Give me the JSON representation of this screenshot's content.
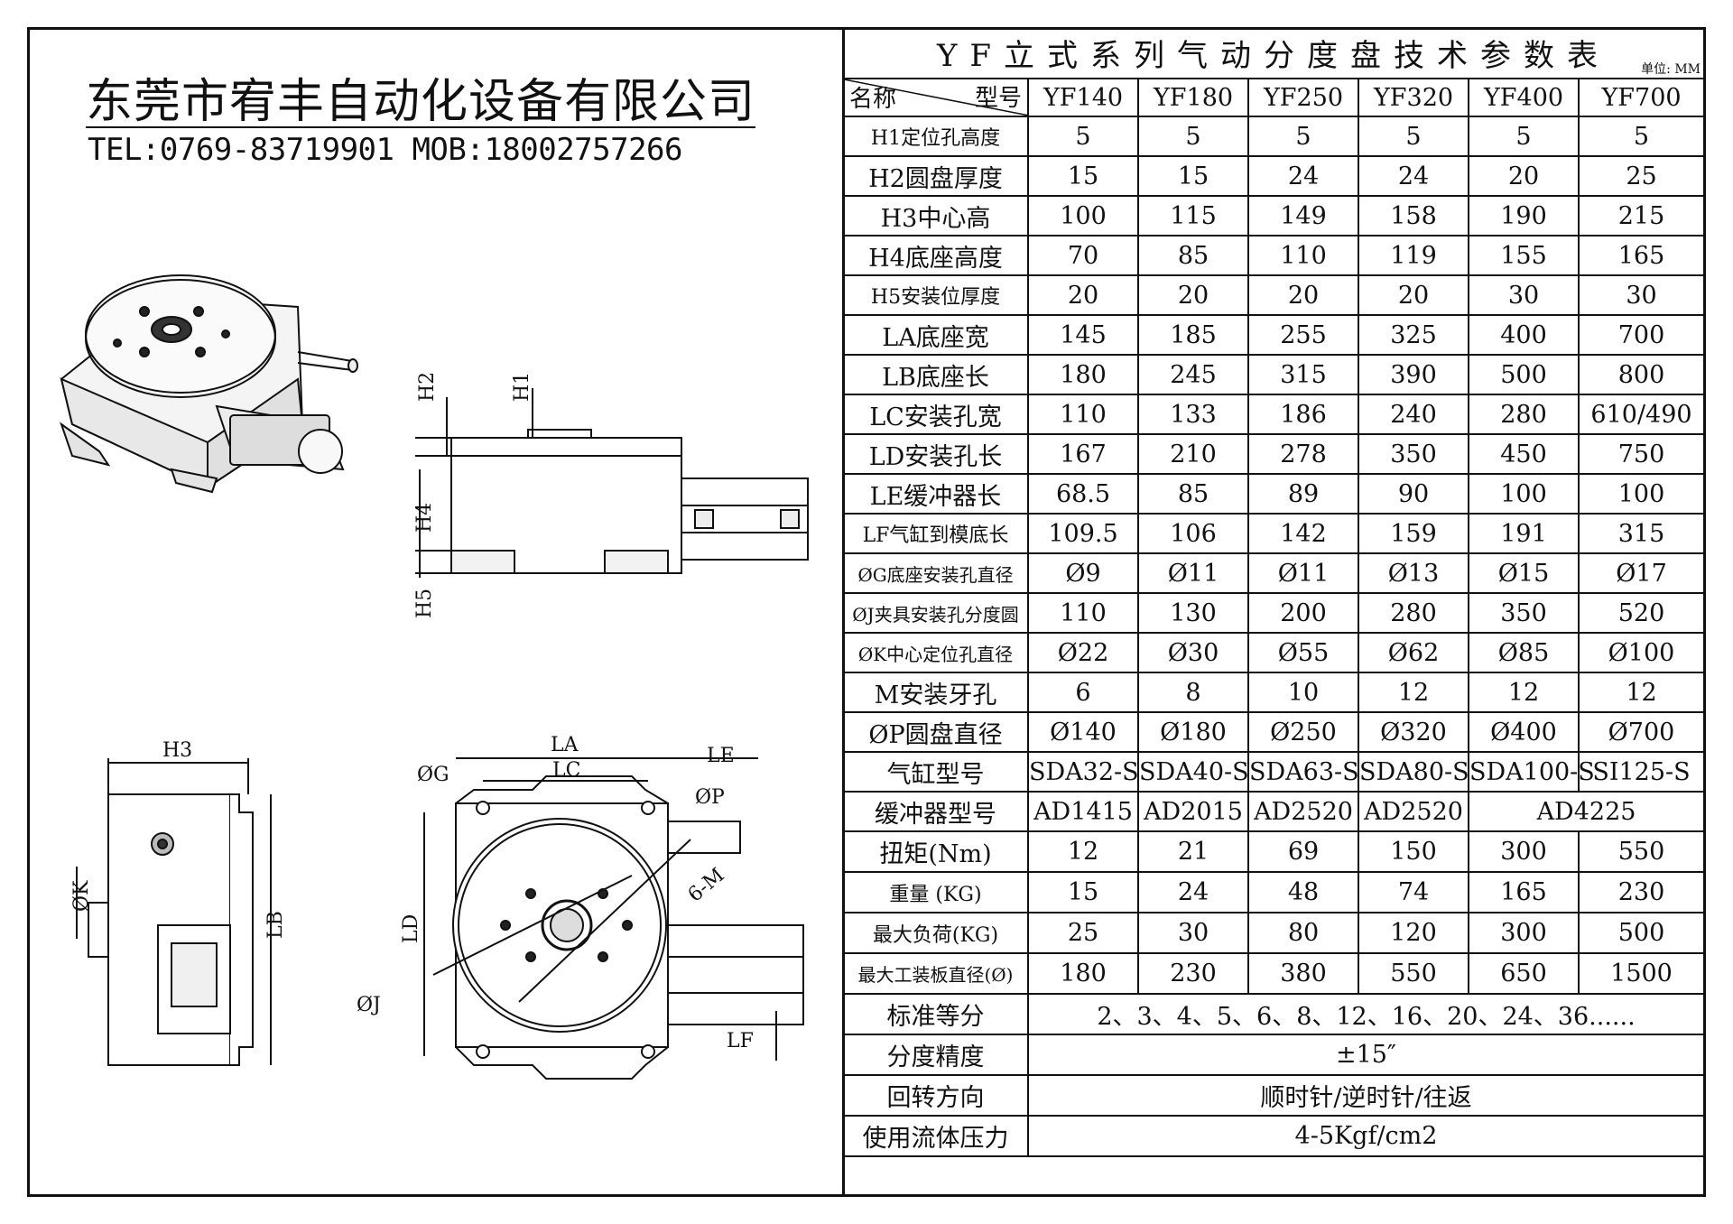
{
  "company": {
    "name": "东莞市宥丰自动化设备有限公司",
    "contact": "TEL:0769-83719901 MOB:18002757266"
  },
  "drawing_labels": {
    "h1": "H1",
    "h2": "H2",
    "h4": "H4",
    "h5": "H5",
    "h3": "H3",
    "phi_k": "ØK",
    "lb": "LB",
    "la": "LA",
    "lc": "LC",
    "le": "LE",
    "phi_g": "ØG",
    "phi_p": "ØP",
    "six_m": "6-M",
    "ld": "LD",
    "phi_j": "ØJ",
    "lf": "LF"
  },
  "table": {
    "title": "YF立式系列气动分度盘技术参数表",
    "unit": "单位: MM",
    "header_name": "名称",
    "header_model": "型号",
    "models": [
      "YF140",
      "YF180",
      "YF250",
      "YF320",
      "YF400",
      "YF700"
    ],
    "rows": [
      {
        "name": "H1定位孔高度",
        "values": [
          "5",
          "5",
          "5",
          "5",
          "5",
          "5"
        ]
      },
      {
        "name": "H2圆盘厚度",
        "values": [
          "15",
          "15",
          "24",
          "24",
          "20",
          "25"
        ]
      },
      {
        "name": "H3中心高",
        "values": [
          "100",
          "115",
          "149",
          "158",
          "190",
          "215"
        ]
      },
      {
        "name": "H4底座高度",
        "values": [
          "70",
          "85",
          "110",
          "119",
          "155",
          "165"
        ]
      },
      {
        "name": "H5安装位厚度",
        "values": [
          "20",
          "20",
          "20",
          "20",
          "30",
          "30"
        ]
      },
      {
        "name": "LA底座宽",
        "values": [
          "145",
          "185",
          "255",
          "325",
          "400",
          "700"
        ]
      },
      {
        "name": "LB底座长",
        "values": [
          "180",
          "245",
          "315",
          "390",
          "500",
          "800"
        ]
      },
      {
        "name": "LC安装孔宽",
        "values": [
          "110",
          "133",
          "186",
          "240",
          "280",
          "610/490"
        ]
      },
      {
        "name": "LD安装孔长",
        "values": [
          "167",
          "210",
          "278",
          "350",
          "450",
          "750"
        ]
      },
      {
        "name": "LE缓冲器长",
        "values": [
          "68.5",
          "85",
          "89",
          "90",
          "100",
          "100"
        ]
      },
      {
        "name": "LF气缸到模底长",
        "values": [
          "109.5",
          "106",
          "142",
          "159",
          "191",
          "315"
        ]
      },
      {
        "name": "ØG底座安装孔直径",
        "values": [
          "Ø9",
          "Ø11",
          "Ø11",
          "Ø13",
          "Ø15",
          "Ø17"
        ]
      },
      {
        "name": "ØJ夹具安装孔分度圆",
        "values": [
          "110",
          "130",
          "200",
          "280",
          "350",
          "520"
        ]
      },
      {
        "name": "ØK中心定位孔直径",
        "values": [
          "Ø22",
          "Ø30",
          "Ø55",
          "Ø62",
          "Ø85",
          "Ø100"
        ]
      },
      {
        "name": "M安装牙孔",
        "values": [
          "6",
          "8",
          "10",
          "12",
          "12",
          "12"
        ]
      },
      {
        "name": "ØP圆盘直径",
        "values": [
          "Ø140",
          "Ø180",
          "Ø250",
          "Ø320",
          "Ø400",
          "Ø700"
        ]
      },
      {
        "name": "气缸型号",
        "values": [
          "SDA32-S",
          "SDA40-S",
          "SDA63-S",
          "SDA80-S",
          "SDA100-S",
          "SI125-S"
        ]
      }
    ],
    "buffer_row": {
      "name": "缓冲器型号",
      "values": [
        "AD1415",
        "AD2015",
        "AD2520",
        "AD2520"
      ],
      "merged": "AD4225"
    },
    "rows2": [
      {
        "name": "扭矩(Nm)",
        "values": [
          "12",
          "21",
          "69",
          "150",
          "300",
          "550"
        ]
      },
      {
        "name": "重量 (KG)",
        "values": [
          "15",
          "24",
          "48",
          "74",
          "165",
          "230"
        ]
      },
      {
        "name": "最大负荷(KG)",
        "values": [
          "25",
          "30",
          "80",
          "120",
          "300",
          "500"
        ]
      },
      {
        "name": "最大工装板直径(Ø)",
        "values": [
          "180",
          "230",
          "380",
          "550",
          "650",
          "1500"
        ]
      }
    ],
    "merged_rows": [
      {
        "name": "标准等分",
        "value": "2、3、4、5、6、8、12、16、20、24、36......"
      },
      {
        "name": "分度精度",
        "value": "±15″"
      },
      {
        "name": "回转方向",
        "value": "顺时针/逆时针/往返"
      },
      {
        "name": "使用流体压力",
        "value": "4-5Kgf/cm2"
      }
    ]
  }
}
